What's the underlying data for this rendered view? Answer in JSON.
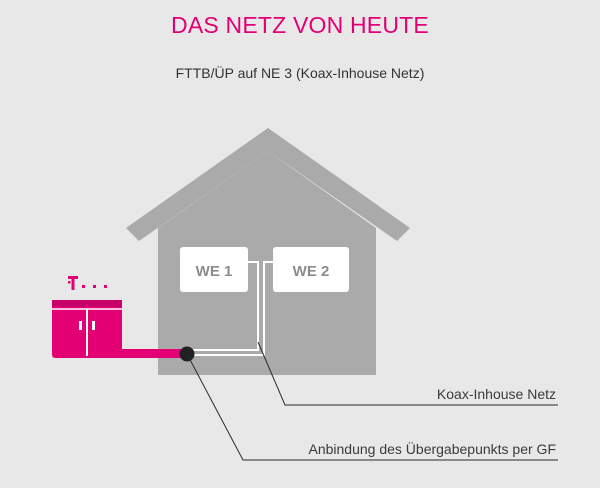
{
  "header": {
    "title": "DAS NETZ VON HEUTE",
    "subtitle": "FTTB/ÜP auf NE 3 (Koax-Inhouse Netz)"
  },
  "house": {
    "units": [
      "WE 1",
      "WE 2"
    ]
  },
  "cabinet": {
    "brand_icon": "telekom-t-logo",
    "color": "#e20074"
  },
  "annotations": {
    "coax": "Koax-Inhouse Netz",
    "fiber": "Anbindung des Übergabepunkts per GF"
  },
  "colors": {
    "brand": "#e20074",
    "house": "#aaaaaa",
    "background": "#e8e8e8"
  }
}
